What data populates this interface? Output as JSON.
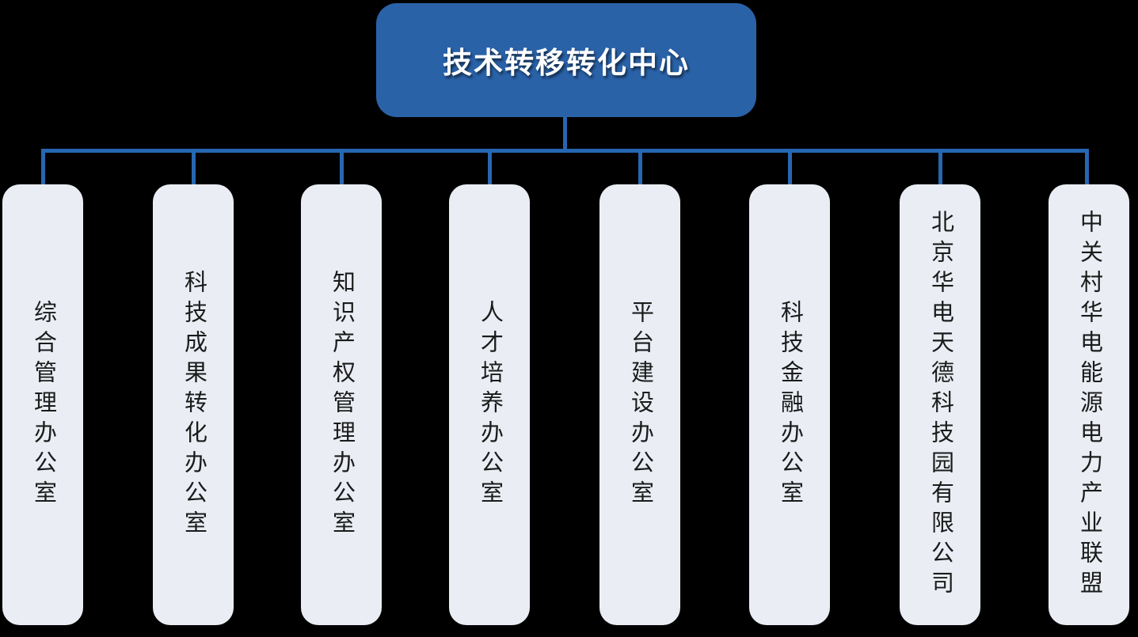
{
  "diagram": {
    "type": "org-chart",
    "root": {
      "label": "技术转移转化中心"
    },
    "children": [
      {
        "label": "综合管理办公室"
      },
      {
        "label": "科技成果转化办公室"
      },
      {
        "label": "知识产权管理办公室"
      },
      {
        "label": "人才培养办公室"
      },
      {
        "label": "平台建设办公室"
      },
      {
        "label": "科技金融办公室"
      },
      {
        "label": "北京华电天德科技园有限公司"
      },
      {
        "label": "中关村华电能源电力产业联盟"
      }
    ],
    "colors": {
      "background": "#000000",
      "root_fill": "#2A62A8",
      "root_text": "#FFFFFF",
      "connector": "#2767B1",
      "child_fill": "#EAEEF4",
      "child_text": "#1B1B1B"
    }
  }
}
